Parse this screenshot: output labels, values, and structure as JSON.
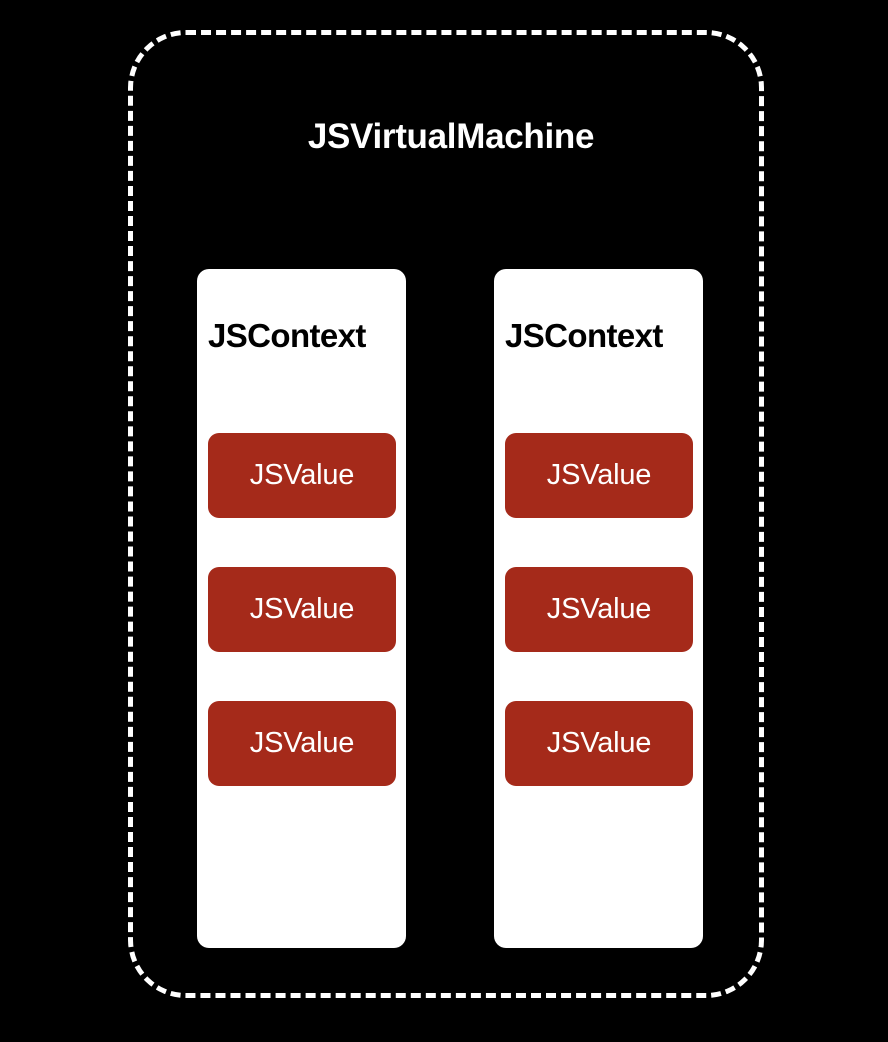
{
  "diagram": {
    "background_color": "#000000",
    "container": {
      "label": "JSVirtualMachine",
      "border_color": "#ffffff",
      "border_style": "dashed"
    },
    "contexts": [
      {
        "label": "JSContext",
        "box_color": "#ffffff",
        "text_color": "#000000",
        "values": [
          {
            "label": "JSValue"
          },
          {
            "label": "JSValue"
          },
          {
            "label": "JSValue"
          }
        ]
      },
      {
        "label": "JSContext",
        "box_color": "#ffffff",
        "text_color": "#000000",
        "values": [
          {
            "label": "JSValue"
          },
          {
            "label": "JSValue"
          },
          {
            "label": "JSValue"
          }
        ]
      }
    ],
    "value_color": "#a52a1a",
    "value_text_color": "#ffffff"
  }
}
